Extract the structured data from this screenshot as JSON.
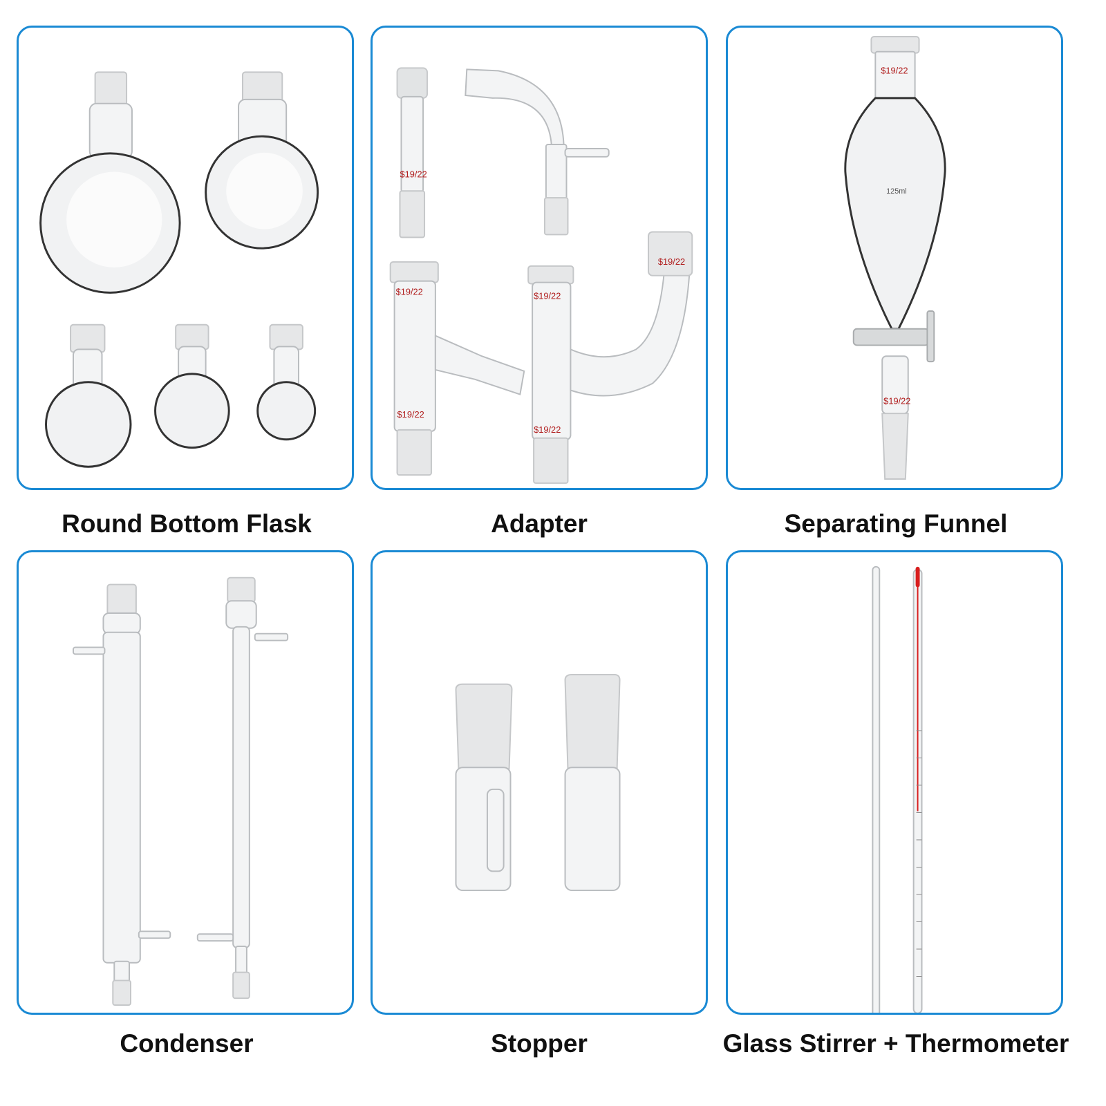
{
  "accent_color": "#1a8ad4",
  "panels": [
    {
      "caption": "Round Bottom Flask"
    },
    {
      "caption": "Adapter"
    },
    {
      "caption": "Separating Funnel"
    },
    {
      "caption": "Condenser"
    },
    {
      "caption": "Stopper"
    },
    {
      "caption": "Glass Stirrer + Thermometer"
    }
  ],
  "glass_markings": {
    "joint_size": "$19/22",
    "funnel_volume": "125ml"
  },
  "thermometer_color": "#d81e1e"
}
